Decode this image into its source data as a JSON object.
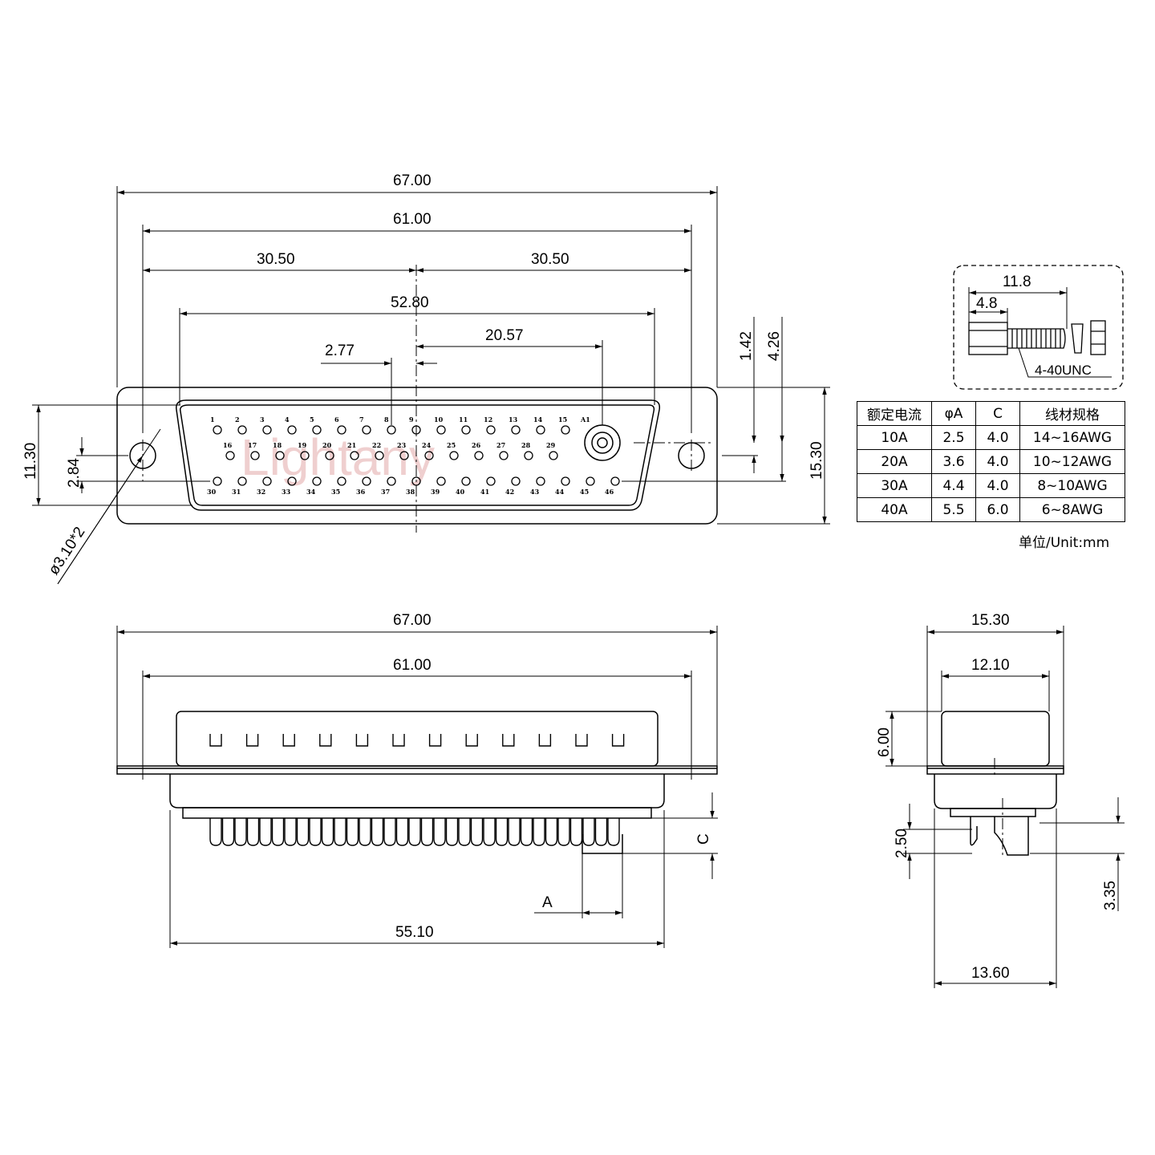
{
  "watermark": "Lightany",
  "front_view": {
    "dims": {
      "overall_width": "67.00",
      "mount_spacing": "61.00",
      "half_left": "30.50",
      "half_right": "30.50",
      "shell_width": "52.80",
      "pin_pitch": "2.77",
      "a1_offset": "20.57",
      "v_1_42": "1.42",
      "v_4_26": "4.26",
      "height_11_30": "11.30",
      "height_2_84": "2.84",
      "height_15_30": "15.30",
      "hole": "ø3.10*2"
    },
    "pins_row1": [
      "1",
      "2",
      "3",
      "4",
      "5",
      "6",
      "7",
      "8",
      "9",
      "10",
      "11",
      "12",
      "13",
      "14",
      "15",
      "A1"
    ],
    "pins_row2": [
      "16",
      "17",
      "18",
      "19",
      "20",
      "21",
      "22",
      "23",
      "24",
      "25",
      "26",
      "27",
      "28",
      "29"
    ],
    "pins_row3": [
      "30",
      "31",
      "32",
      "33",
      "34",
      "35",
      "36",
      "37",
      "38",
      "39",
      "40",
      "41",
      "42",
      "43",
      "44",
      "45",
      "46"
    ]
  },
  "side_view": {
    "dims": {
      "overall_width": "67.00",
      "mount_spacing": "61.00",
      "body_width": "55.10",
      "label_a": "A",
      "label_c": "C"
    }
  },
  "end_view": {
    "dims": {
      "width_15_30": "15.30",
      "width_12_10": "12.10",
      "height_6_00": "6.00",
      "height_2_50": "2.50",
      "height_3_35": "3.35",
      "width_13_60": "13.60"
    }
  },
  "screw_detail": {
    "length": "11.8",
    "head": "4.8",
    "thread": "4-40UNC"
  },
  "table": {
    "headers": [
      "额定电流",
      "φA",
      "C",
      "线材规格"
    ],
    "rows": [
      [
        "10A",
        "2.5",
        "4.0",
        "14~16AWG"
      ],
      [
        "20A",
        "3.6",
        "4.0",
        "10~12AWG"
      ],
      [
        "30A",
        "4.4",
        "4.0",
        "8~10AWG"
      ],
      [
        "40A",
        "5.5",
        "6.0",
        "6~8AWG"
      ]
    ],
    "unit_note": "单位/Unit:mm"
  }
}
